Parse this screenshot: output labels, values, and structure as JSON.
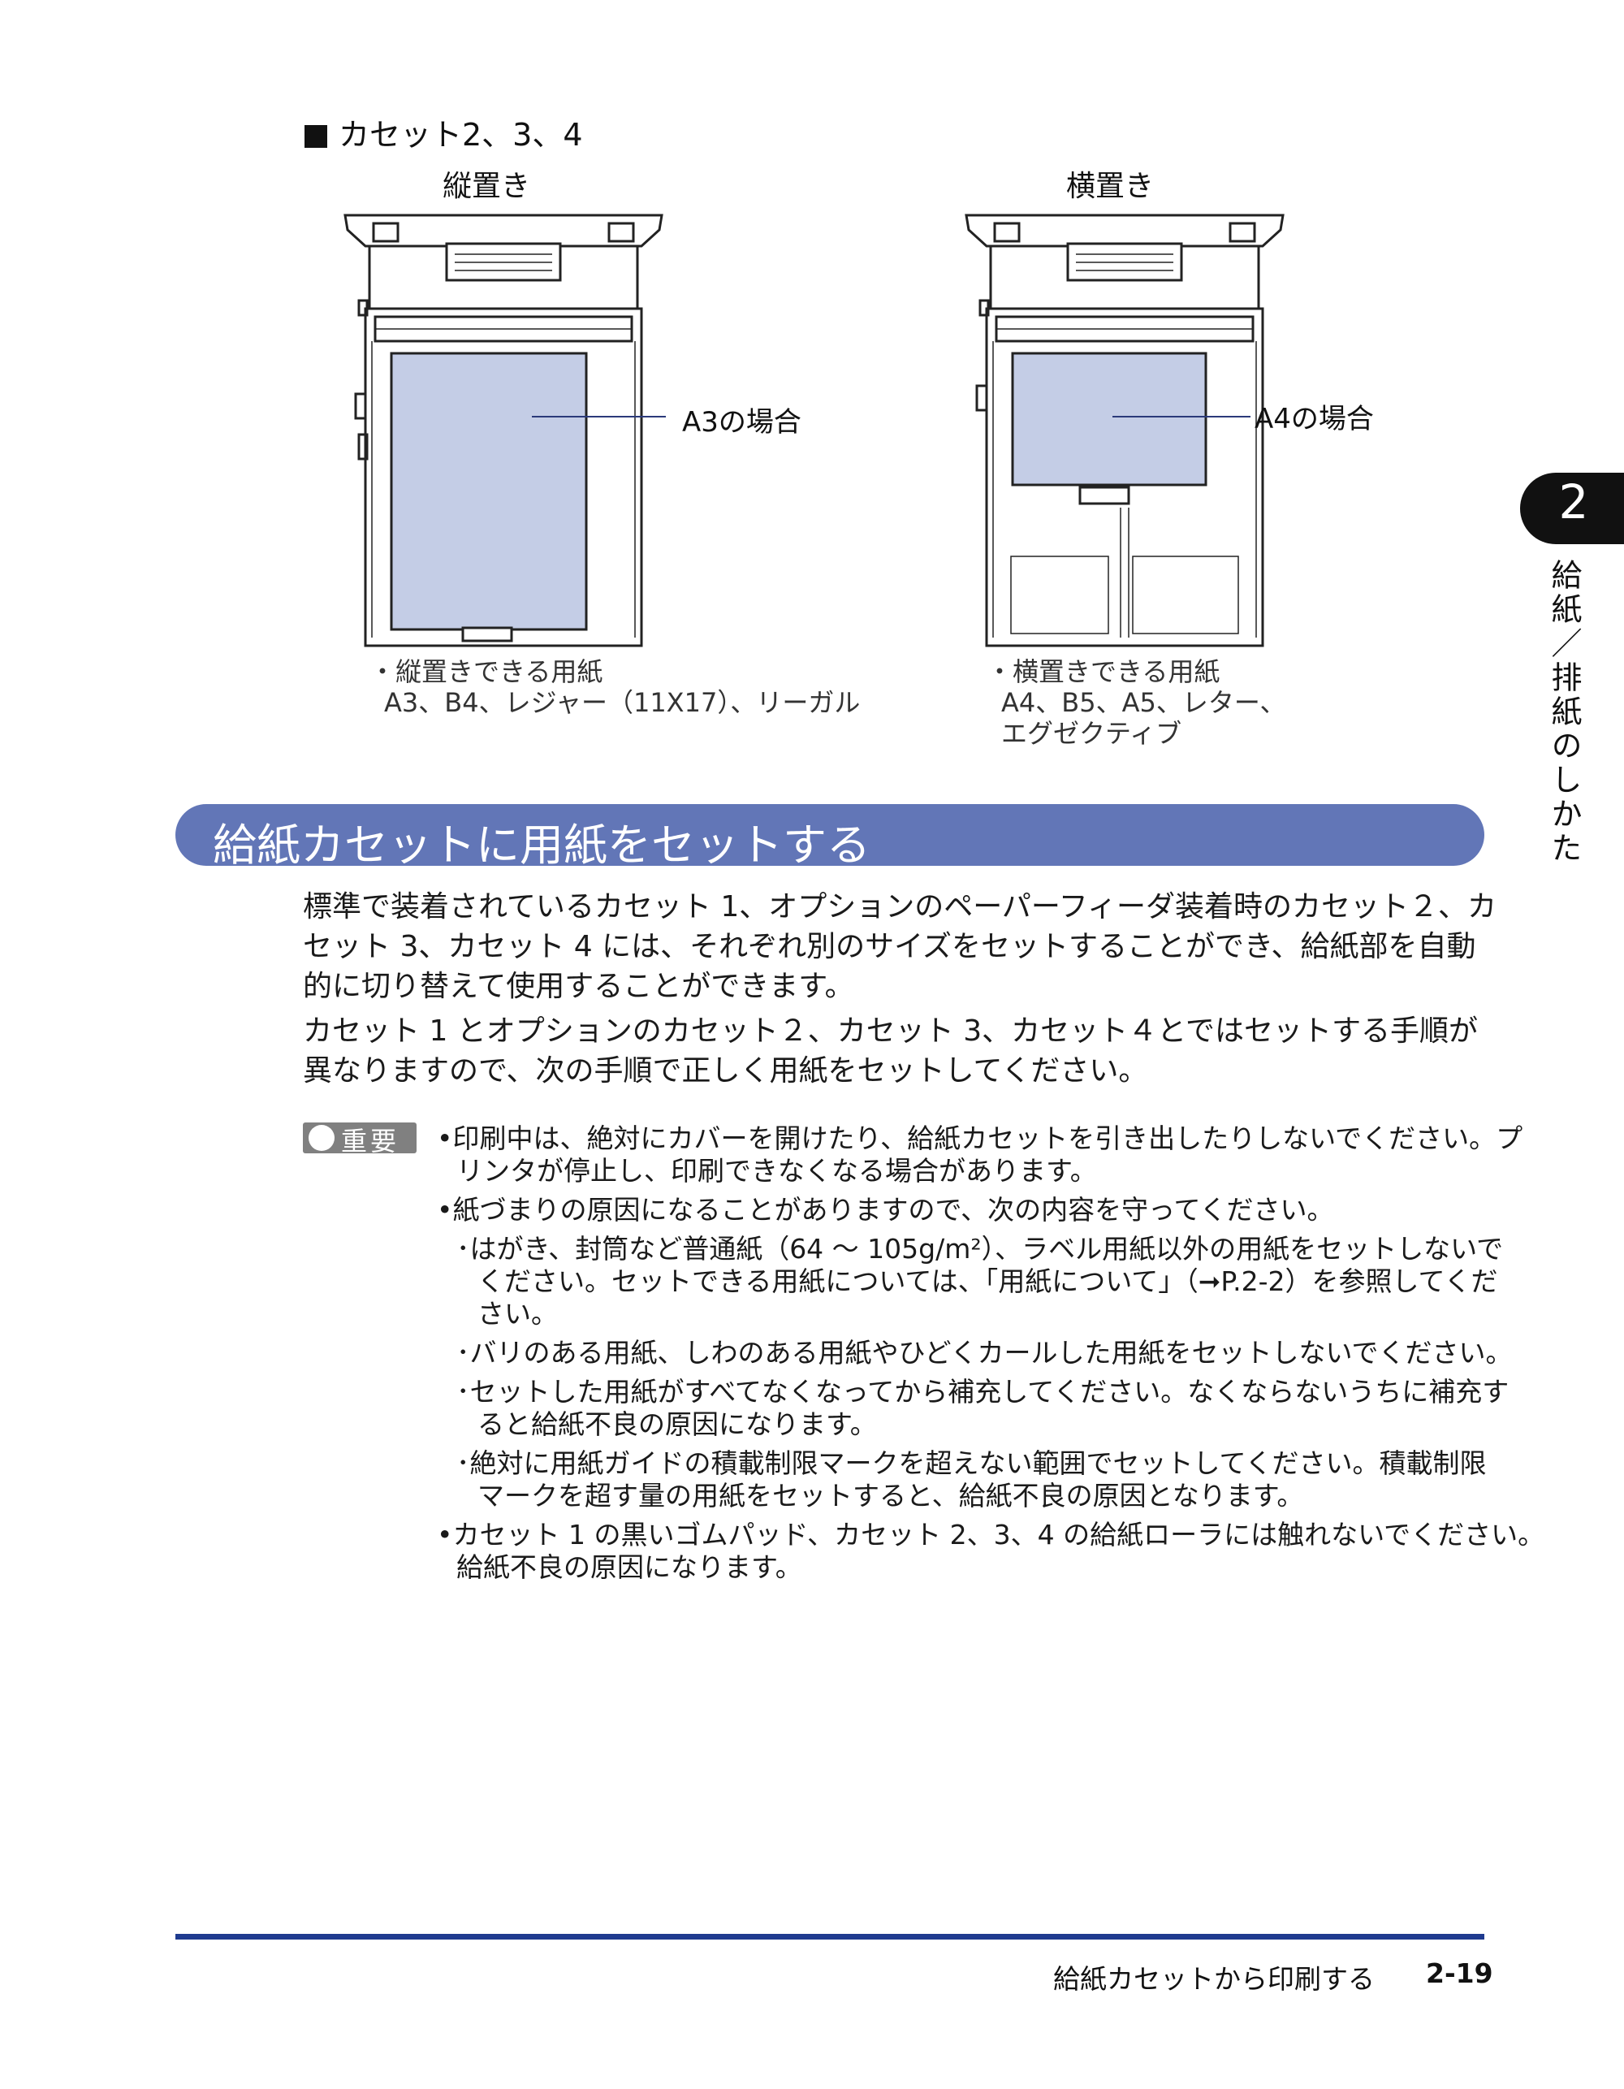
{
  "section": {
    "heading": "カセット2、3、4",
    "portrait_label": "縦置き",
    "landscape_label": "横置き",
    "portrait_callout": "A3の場合",
    "landscape_callout": "A4の場合",
    "portrait_note": [
      "・縦置きできる用紙",
      "A3、B4、レジャー（11X17）、リーガル"
    ],
    "landscape_note": [
      "・横置きできる用紙",
      "A4、B5、A5、レター、",
      "エグゼクティブ"
    ]
  },
  "chapter_tab": {
    "number": "2",
    "title": "給紙／排紙のしかた"
  },
  "title_bar": "給紙カセットに用紙をセットする",
  "body": [
    [
      "標準で装着されているカセット 1、オプションのペーパーフィーダ装着時のカセット２、カ",
      "セット 3、カセット 4 には、それぞれ別のサイズをセットすることができ、給紙部を自動",
      "的に切り替えて使用することができます。"
    ],
    [
      "カセット 1 とオプションのカセット２、カセット 3、カセット４とではセットする手順が",
      "異なりますので、次の手順で正しく用紙をセットしてください。"
    ]
  ],
  "important": {
    "badge": "重要",
    "lines": [
      "•印刷中は、絶対にカバーを開けたり、給紙カセットを引き出したりしないでください。プ",
      "リンタが停止し、印刷できなくなる場合があります。",
      "•紙づまりの原因になることがありますので、次の内容を守ってください。",
      "･はがき、封筒など普通紙（64 ～ 105g/m²）、ラベル用紙以外の用紙をセットしないで",
      "ください。セットできる用紙については、「用紙について」（➞P.2-2）を参照してくだ",
      "さい。",
      "･バリのある用紙、しわのある用紙やひどくカールした用紙をセットしないでください。",
      "･セットした用紙がすべてなくなってから補充してください。なくならないうちに補充す",
      "ると給紙不良の原因になります。",
      "･絶対に用紙ガイドの積載制限マークを超えない範囲でセットしてください。積載制限",
      "マークを超す量の用紙をセットすると、給紙不良の原因となります。",
      "•カセット 1 の黒いゴムパッド、カセット 2、3、4 の給紙ローラには触れないでください。",
      "給紙不良の原因になります。"
    ]
  },
  "footer": {
    "title": "給紙カセットから印刷する",
    "page": "2-19"
  },
  "colors": {
    "title_bar": "#6276b7",
    "paper_fill": "#c4cde6",
    "footer_rule": "#1f3b8f"
  }
}
